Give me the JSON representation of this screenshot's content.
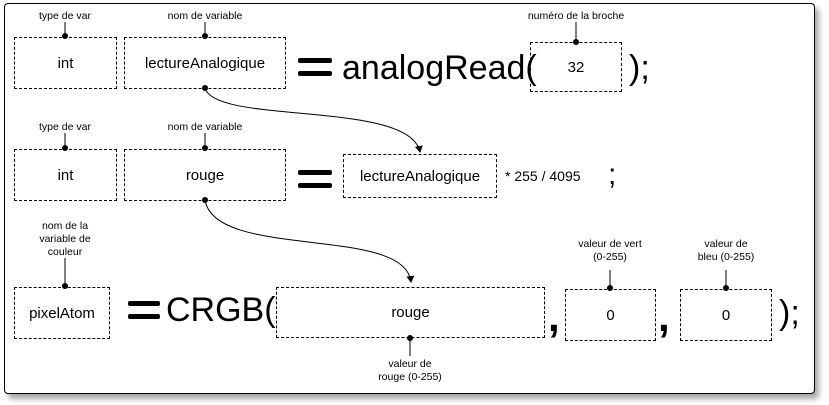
{
  "row1": {
    "type_label": "type de var",
    "name_label": "nom de variable",
    "pin_label": "numéro de la broche",
    "type_value": "int",
    "var_name": "lectureAnalogique",
    "function": "analogRead(",
    "pin_value": "32",
    "close": ");"
  },
  "row2": {
    "type_label": "type de var",
    "name_label": "nom de variable",
    "type_value": "int",
    "var_name": "rouge",
    "source_var": "lectureAnalogique",
    "expression": "* 255 / 4095",
    "semicolon": ";"
  },
  "row3": {
    "color_var_label": "nom de la\nvariable de\ncouleur",
    "color_var": "pixelAtom",
    "function": "CRGB(",
    "red_value": "rouge",
    "red_label": "valeur de\nrouge (0-255)",
    "comma1": ",",
    "green_label": "valeur de vert\n(0-255)",
    "green_value": "0",
    "comma2": ",",
    "blue_label": "valeur de\nbleu (0-255)",
    "blue_value": "0",
    "close": ");"
  },
  "equals_sign": "="
}
